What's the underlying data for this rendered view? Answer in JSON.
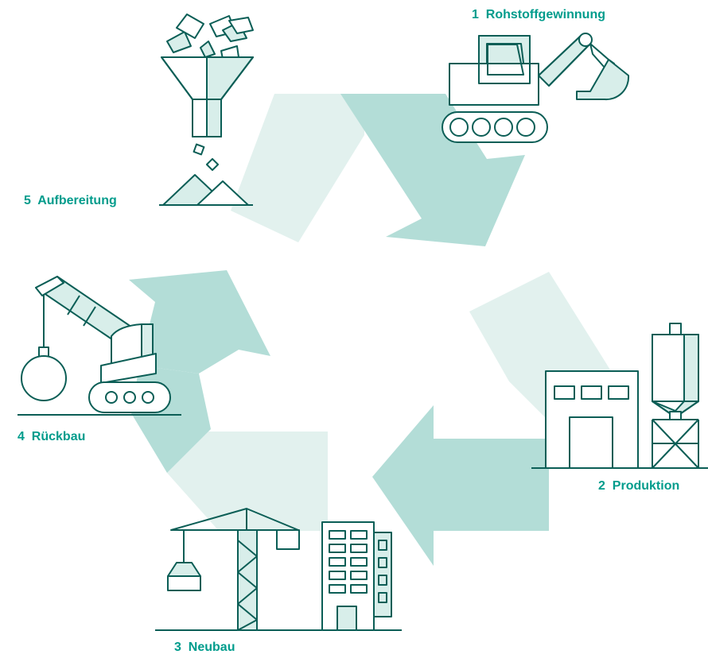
{
  "stages": [
    {
      "number": "1",
      "label": "Rohstoffgewinnung",
      "icon": "excavator-icon"
    },
    {
      "number": "2",
      "label": "Produktion",
      "icon": "factory-silo-icon"
    },
    {
      "number": "3",
      "label": "Neubau",
      "icon": "crane-building-icon"
    },
    {
      "number": "4",
      "label": "Rückbau",
      "icon": "demolition-machine-icon"
    },
    {
      "number": "5",
      "label": "Aufbereitung",
      "icon": "funnel-crusher-icon"
    }
  ],
  "colors": {
    "accent": "#009c8c",
    "line": "#0b5e56",
    "arrow_dark": "#b3ddd7",
    "arrow_light": "#e2f1ee",
    "fill_soft": "#d8eeea",
    "background": "#ffffff"
  }
}
